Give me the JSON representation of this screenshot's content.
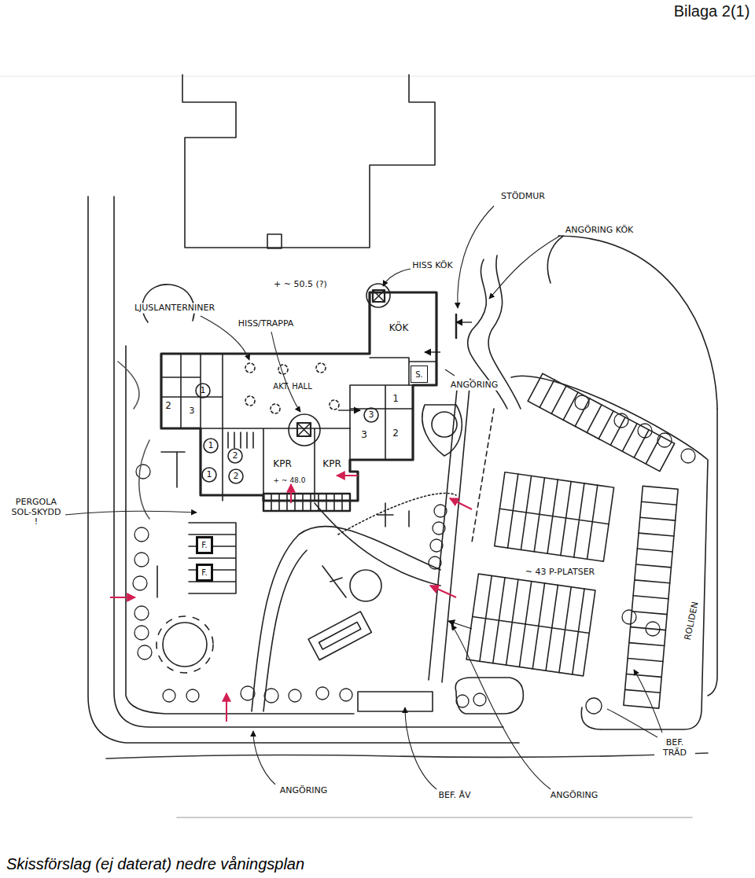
{
  "diagram": {
    "caption": "Skissförslag (ej daterat) nedre våningsplan",
    "nodes": [
      {
        "text": [
          "F."
        ]
      },
      {
        "text": [
          "F."
        ]
      },
      {
        "text": [
          "S."
        ]
      }
    ],
    "labels": [
      "Bilaga 2(1)",
      "STÖDMUR",
      "ANGÖRING KÖK",
      "HISS KÖK",
      "+ ~ 50.5 (?)",
      "LJUSLANTERNINER",
      "HISS/TRAPPA",
      "KÖK",
      "AKT. HALL",
      "ANGÖRING",
      "2",
      "1",
      "3",
      "1",
      "3",
      "3",
      "2",
      "1",
      "2",
      "1",
      "2",
      "KPR",
      "+ ~ 48.0",
      "KPR",
      "PERGOLA SOL-SKYDD !",
      "~ 43 P-PLATSER",
      "ROLIDEN",
      "BEF. TRÄD",
      "ANGÖRING",
      "BEF. ÅV",
      "ANGÖRING"
    ]
  }
}
